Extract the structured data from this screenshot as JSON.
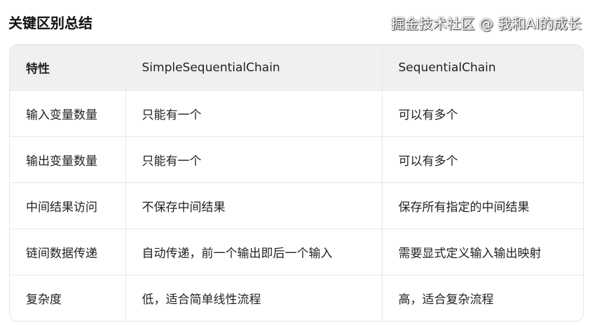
{
  "title": "关键区别总结",
  "table": {
    "headers": [
      "特性",
      "SimpleSequentialChain",
      "SequentialChain"
    ],
    "rows": [
      [
        "输入变量数量",
        "只能有一个",
        "可以有多个"
      ],
      [
        "输出变量数量",
        "只能有一个",
        "可以有多个"
      ],
      [
        "中间结果访问",
        "不保存中间结果",
        "保存所有指定的中间结果"
      ],
      [
        "链间数据传递",
        "自动传递，前一个输出即后一个输入",
        "需要显式定义输入输出映射"
      ],
      [
        "复杂度",
        "低，适合简单线性流程",
        "高，适合复杂流程"
      ]
    ]
  },
  "watermark": "掘金技术社区 @ 我和AI的成长"
}
